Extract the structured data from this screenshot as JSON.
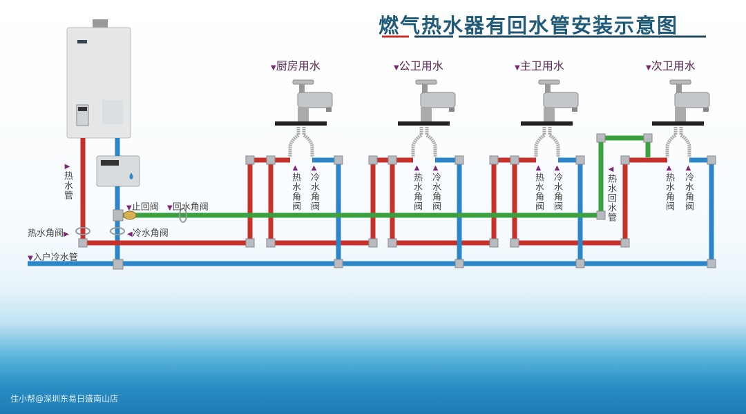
{
  "title": "燃气热水器有回水管安装示意图",
  "fixtures": [
    {
      "label": "厨房用水"
    },
    {
      "label": "公卫用水"
    },
    {
      "label": "主卫用水"
    },
    {
      "label": "次卫用水"
    }
  ],
  "labels": {
    "hot_pipe": "热水管",
    "hot_angle_valve": "热水角阀",
    "cold_angle_valve": "冷水角阀",
    "check_valve": "止回阀",
    "return_angle_valve": "回水角阀",
    "inlet_cold_pipe": "入户冷水管",
    "hot_return_pipe": "热水回水管"
  },
  "watermark": "住小帮@深圳东易日盛南山店",
  "colors": {
    "hot": "#c8302c",
    "cold": "#2a86c8",
    "return": "#3aa040",
    "title": "#1f5a78",
    "marker": "#7a2a72"
  }
}
